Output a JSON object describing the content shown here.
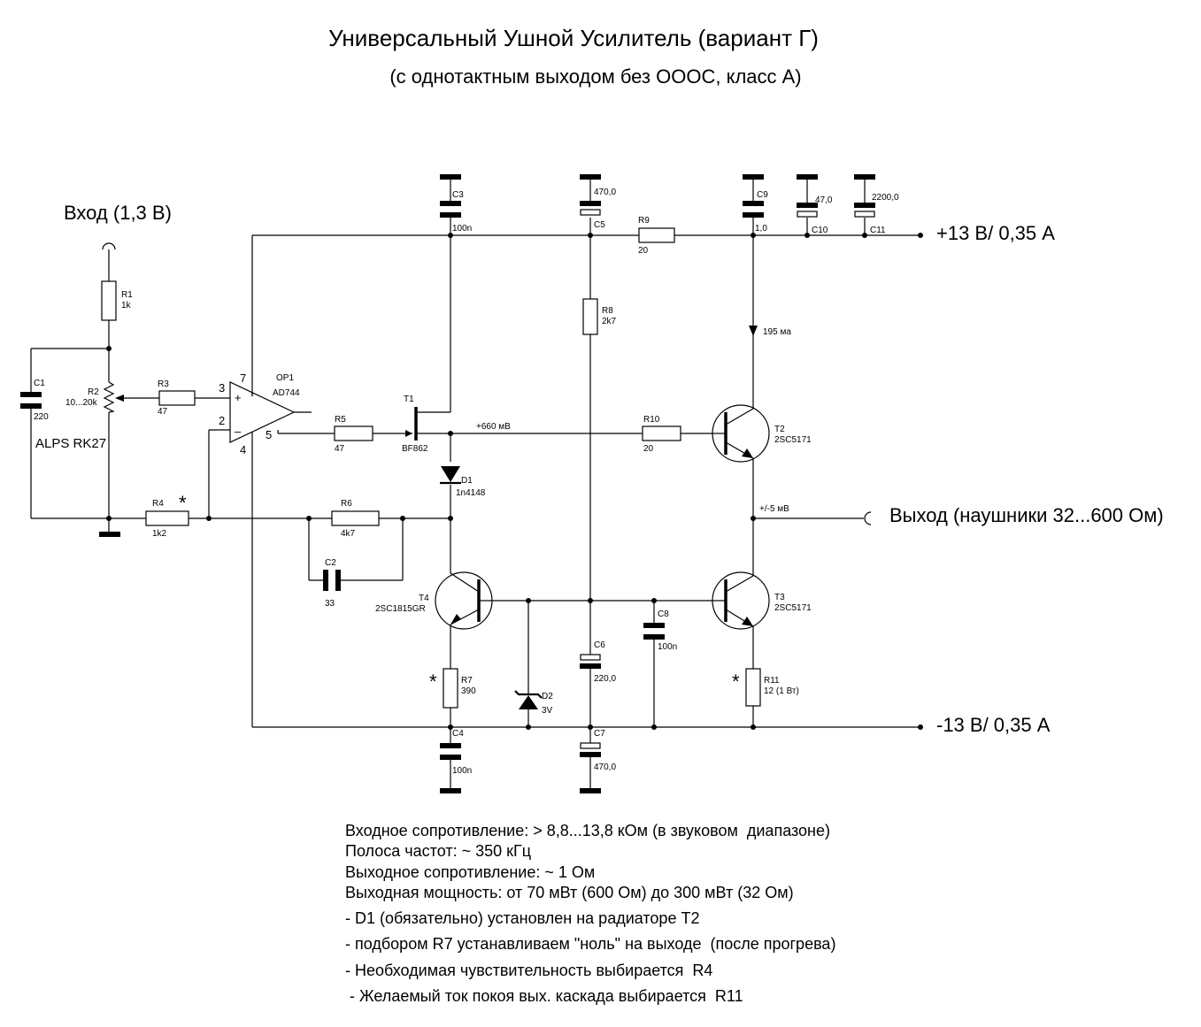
{
  "title": "Универсальный Ушной Усилитель (вариант Г)",
  "subtitle": "(с однотактным выходом без ОООС, класс А)",
  "labels": {
    "input": "Вход (1,3 В)",
    "output": "Выход (наушники 32...600 Ом)",
    "supply_pos": "+13 В/ 0,35 А",
    "supply_neg": "-13 В/ 0,35 А",
    "alps": "ALPS RK27",
    "current": "195 ма",
    "bias_voltage": "+660 мВ",
    "out_offset": "+/-5 мВ",
    "star": "*"
  },
  "components": {
    "R1": {
      "ref": "R1",
      "value": "1k"
    },
    "R2": {
      "ref": "R2",
      "value": "10...20k"
    },
    "R3": {
      "ref": "R3",
      "value": "47"
    },
    "R4": {
      "ref": "R4",
      "value": "1k2"
    },
    "R5": {
      "ref": "R5",
      "value": "47"
    },
    "R6": {
      "ref": "R6",
      "value": "4k7"
    },
    "R7": {
      "ref": "R7",
      "value": "390"
    },
    "R8": {
      "ref": "R8",
      "value": "2k7"
    },
    "R9": {
      "ref": "R9",
      "value": "20"
    },
    "R10": {
      "ref": "R10",
      "value": "20"
    },
    "R11": {
      "ref": "R11",
      "value": "12 (1 Вт)"
    },
    "C1": {
      "ref": "C1",
      "value": "220"
    },
    "C2": {
      "ref": "C2",
      "value": "33"
    },
    "C3": {
      "ref": "C3",
      "value": "100n"
    },
    "C4": {
      "ref": "C4",
      "value": "100n"
    },
    "C5": {
      "ref": "C5",
      "value": "470,0"
    },
    "C6": {
      "ref": "C6",
      "value": "220,0"
    },
    "C7": {
      "ref": "C7",
      "value": "470,0"
    },
    "C8": {
      "ref": "C8",
      "value": "100n"
    },
    "C9": {
      "ref": "C9",
      "value": "1,0"
    },
    "C10": {
      "ref": "C10",
      "value": "47,0"
    },
    "C11": {
      "ref": "C11",
      "value": "2200,0"
    },
    "OP1": {
      "ref": "OP1",
      "value": "AD744",
      "pins": [
        "7",
        "3",
        "2",
        "4",
        "5"
      ]
    },
    "T1": {
      "ref": "T1",
      "value": "BF862"
    },
    "T2": {
      "ref": "T2",
      "value": "2SC5171"
    },
    "T3": {
      "ref": "T3",
      "value": "2SC5171"
    },
    "T4": {
      "ref": "T4",
      "value": "2SC1815GR"
    },
    "D1": {
      "ref": "D1",
      "value": "1n4148"
    },
    "D2": {
      "ref": "D2",
      "value": "3V"
    }
  },
  "notes": [
    "Входное сопротивление: > 8,8...13,8 кОм (в звуковом  диапазоне)",
    "Полоса частот: ~ 350 кГц",
    "Выходное сопротивление: ~ 1 Ом",
    "Выходная мощность: от 70 мВт (600 Ом) до 300 мВт (32 Ом)",
    "- D1 (обязательно) установлен на радиаторе Т2",
    "- подбором R7 устанавливаем \"ноль\" на выходе  (после прогрева)",
    "- Необходимая чувствительность выбирается  R4",
    " - Желаемый ток покоя вых. каскада выбирается  R11"
  ]
}
